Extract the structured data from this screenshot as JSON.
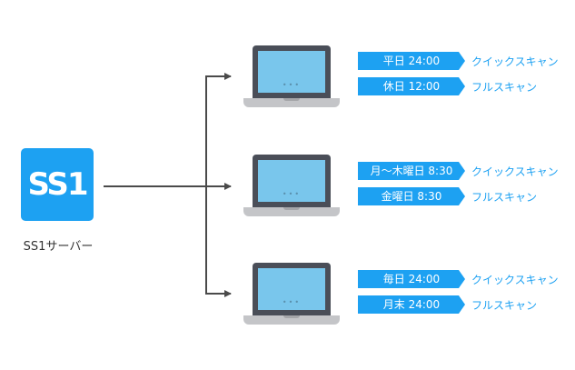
{
  "server": {
    "logo_text": "SS1",
    "label": "SS1サーバー"
  },
  "colors": {
    "accent": "#1da1f2",
    "screen": "#79c6ec",
    "laptop_body": "#4a4e58",
    "laptop_base": "#c4c5c8",
    "connector": "#4a4a4a"
  },
  "clients": [
    {
      "icon": "laptop-icon",
      "dots": "•••",
      "schedules": [
        {
          "time": "平日 24:00",
          "scan": "クイックスキャン"
        },
        {
          "time": "休日 12:00",
          "scan": "フルスキャン"
        }
      ]
    },
    {
      "icon": "laptop-icon",
      "dots": "•••",
      "schedules": [
        {
          "time": "月～木曜日 8:30",
          "scan": "クイックスキャン"
        },
        {
          "time": "金曜日 8:30",
          "scan": "フルスキャン"
        }
      ]
    },
    {
      "icon": "laptop-icon",
      "dots": "•••",
      "schedules": [
        {
          "time": "毎日 24:00",
          "scan": "クイックスキャン"
        },
        {
          "time": "月末 24:00",
          "scan": "フルスキャン"
        }
      ]
    }
  ]
}
